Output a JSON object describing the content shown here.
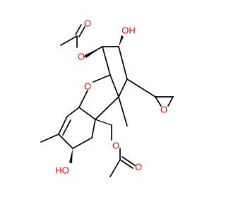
{
  "structure": {
    "element_colors": {
      "O": "#ff0000",
      "C": "#000000"
    },
    "atom_labels": [
      {
        "id": "label-o-acetate-top",
        "text": "O",
        "element": "O"
      },
      {
        "id": "label-o-carbonyl-top",
        "text": "O",
        "element": "O"
      },
      {
        "id": "label-oh-top",
        "text": "OH",
        "element": "O"
      },
      {
        "id": "label-o-ring-ether",
        "text": "O",
        "element": "O"
      },
      {
        "id": "label-o-epoxide",
        "text": "O",
        "element": "O"
      },
      {
        "id": "label-ho-lower",
        "text": "HO",
        "element": "O"
      },
      {
        "id": "label-o-acetate-bottom",
        "text": "O",
        "element": "O"
      },
      {
        "id": "label-o-carbonyl-bottom",
        "text": "O",
        "element": "O"
      }
    ]
  }
}
